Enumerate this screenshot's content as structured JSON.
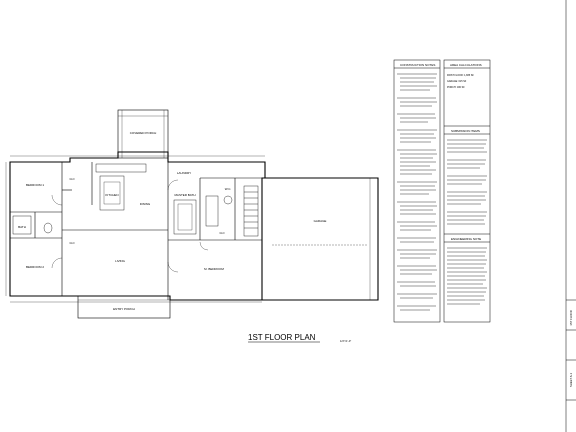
{
  "drawing": {
    "title": "1ST FLOOR PLAN",
    "scale_note": "1/4\"=1'-0\"",
    "labels": {
      "covered_porch": "COVERED PORCH",
      "bedroom_1": "BEDROOM 1",
      "bedroom_2": "BEDROOM 2",
      "bath": "BATH",
      "kitchen": "KITCHEN",
      "dining": "DINING",
      "living": "LIVING",
      "laundry": "LAUNDRY",
      "master_bath": "MASTER BATH",
      "wc": "W.C.",
      "master_bedroom": "M. BEDROOM",
      "garage": "GARAGE",
      "entry_porch": "ENTRY PORCH",
      "clo_1": "CLO",
      "clo_2": "CLO",
      "clo_3": "CLO"
    }
  },
  "notes": {
    "construction_title": "CONSTRUCTION NOTES",
    "area_title": "AREA CALCULATIONS",
    "submission_title": "SUBMISSION ITEMS",
    "engineering_title": "ENGINEERING NOTE",
    "area_lines": [
      "FIRST FLOOR: 1,835 SF",
      "GARAGE: 615 SF",
      "PORCH: 180 SF"
    ]
  },
  "title_block": {
    "line_1": "1ST FLOOR",
    "line_2": "SHEET A-1"
  }
}
